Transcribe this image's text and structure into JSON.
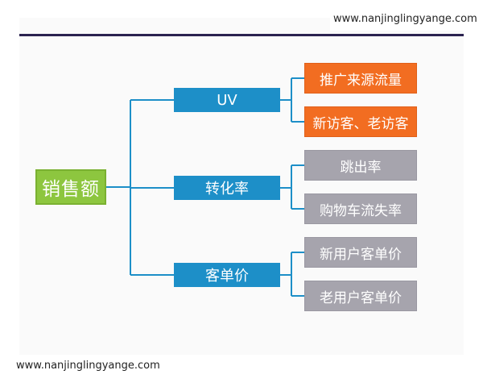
{
  "diagram": {
    "root": {
      "label": "销售额"
    },
    "branches": [
      {
        "label": "UV",
        "children": [
          {
            "label": "推广来源流量",
            "color": "#f26d21"
          },
          {
            "label": "新访客、老访客",
            "color": "#f26d21"
          }
        ]
      },
      {
        "label": "转化率",
        "children": [
          {
            "label": "跳出率",
            "color": "#a6a4ad"
          },
          {
            "label": "购物车流失率",
            "color": "#a6a4ad"
          }
        ]
      },
      {
        "label": "客单价",
        "children": [
          {
            "label": "新用户客单价",
            "color": "#a6a4ad"
          },
          {
            "label": "老用户客单价",
            "color": "#a6a4ad"
          }
        ]
      }
    ],
    "colors": {
      "root": "#8dc63f",
      "branch": "#1d8fc8",
      "connector": "#1d8fc8",
      "header_line": "#2b2350"
    }
  },
  "watermarks": {
    "top": "www.nanjinglingyange.com",
    "bottom": "www.nanjinglingyange.com"
  }
}
